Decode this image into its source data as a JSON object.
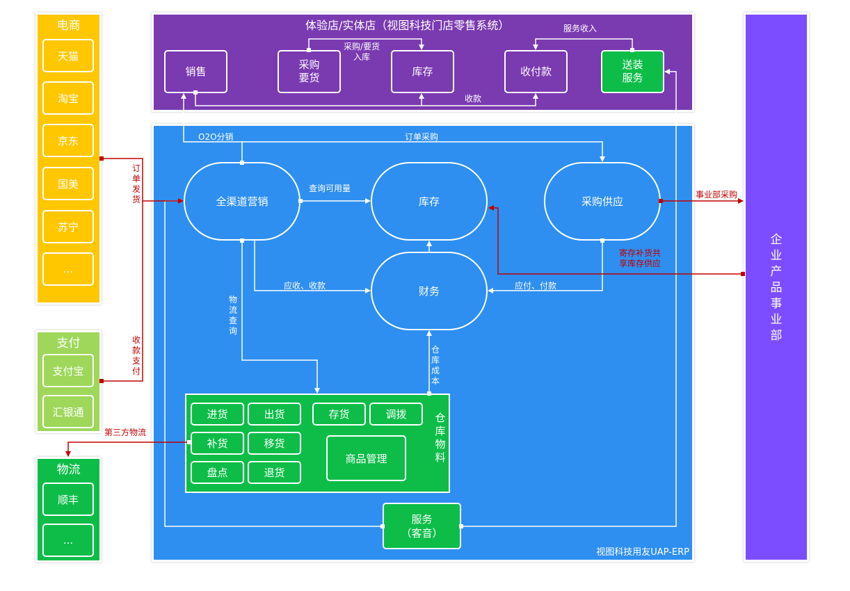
{
  "ecommerce": {
    "title": "电商",
    "items": [
      "天猫",
      "淘宝",
      "京东",
      "国美",
      "苏宁",
      "..."
    ]
  },
  "payment": {
    "title": "支付",
    "items": [
      "支付宝",
      "汇银通"
    ]
  },
  "logistics": {
    "title": "物流",
    "items": [
      "顺丰",
      "..."
    ]
  },
  "store": {
    "title": "体验店/实体店（视图科技门店零售系统）",
    "boxes": {
      "sales": "销售",
      "purchase_line1": "采购",
      "purchase_line2": "要货",
      "inventory": "库存",
      "payment": "收付款",
      "delivery_line1": "送装",
      "delivery_line2": "服务"
    },
    "labels": {
      "purchase_in_line1": "采购/要货",
      "purchase_in_line2": "入库",
      "service_income": "服务收入",
      "collection": "收款"
    }
  },
  "erp": {
    "footer": "视图科技用友UAP-ERP",
    "nodes": {
      "omni": "全渠道营销",
      "inventory": "库存",
      "supply": "采购供应",
      "finance": "财务"
    },
    "labels": {
      "o2o": "O2O分销",
      "order_purchase": "订单采购",
      "query_available": "查询可用量",
      "receivable": "应收、收款",
      "payable": "应付、付款",
      "logistics_query": "物流查询",
      "warehouse_cost": "仓库成本"
    },
    "warehouse": {
      "title": "仓库物料",
      "buttons": [
        "进货",
        "出货",
        "补货",
        "移货",
        "盘点",
        "退货",
        "存货",
        "调拨"
      ],
      "goods_mgmt": "商品管理"
    },
    "service_line1": "服务",
    "service_line2": "（客音）"
  },
  "enterprise": {
    "title": "企业产品事业部"
  },
  "external_labels": {
    "order_ship": "订单发货",
    "collect_pay": "收款支付",
    "third_logistics": "第三方物流",
    "division_purchase": "事业部采购",
    "consignment_line1": "寄存补货共",
    "consignment_line2": "享库存供应"
  },
  "colors": {
    "ecommerce": "#ffc700",
    "payment": "#9ed75a",
    "logistics": "#0dbd48",
    "store": "#7a3ab0",
    "erp": "#2e8ff0",
    "enterprise": "#7c4dff",
    "flow_red": "#c00000"
  }
}
